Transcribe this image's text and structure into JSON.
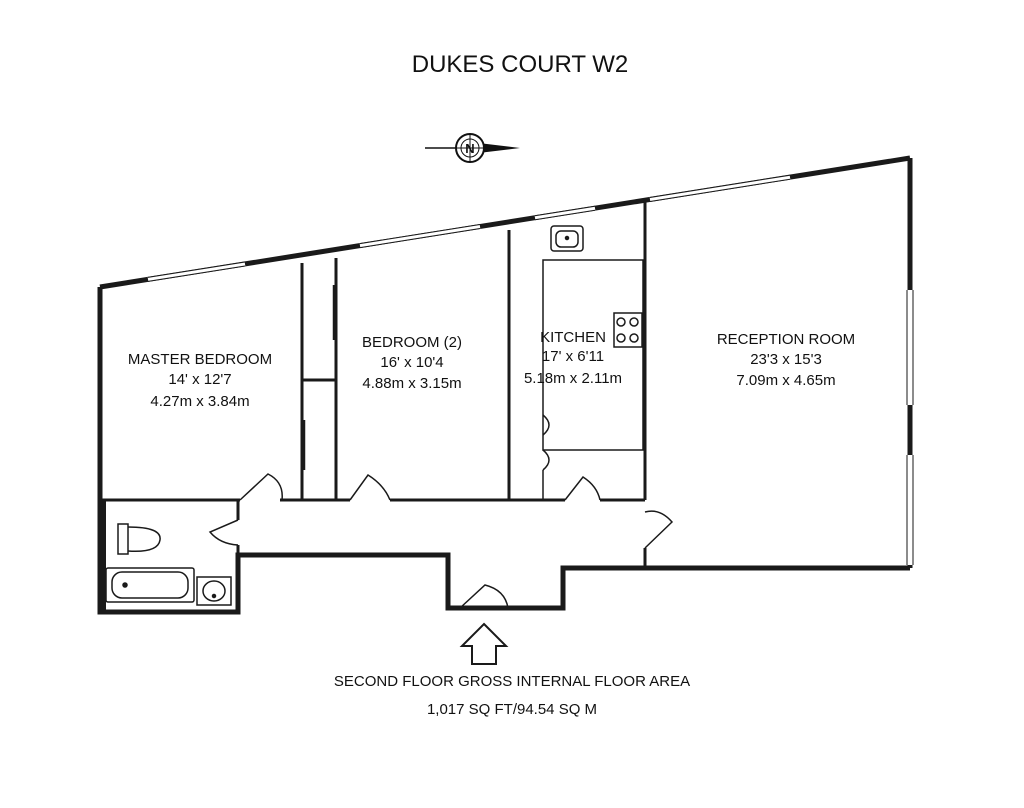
{
  "title": "DUKES COURT W2",
  "compass": {
    "label": "N"
  },
  "rooms": {
    "master_bedroom": {
      "name": "MASTER BEDROOM",
      "imperial": "14' x 12'7",
      "metric": "4.27m x 3.84m"
    },
    "bedroom2": {
      "name": "BEDROOM (2)",
      "imperial": "16' x 10'4",
      "metric": "4.88m x 3.15m"
    },
    "kitchen": {
      "name": "KITCHEN",
      "imperial": "17' x 6'11",
      "metric": "5.18m x 2.11m"
    },
    "reception": {
      "name": "RECEPTION ROOM",
      "imperial": "23'3 x 15'3",
      "metric": "7.09m x 4.65m"
    }
  },
  "footer": {
    "area_label": "SECOND FLOOR GROSS INTERNAL FLOOR AREA",
    "area_value": "1,017 SQ FT/94.54 SQ M"
  },
  "colors": {
    "wall": "#1a1a1a",
    "window": "#ffffff",
    "ink": "#111111"
  }
}
